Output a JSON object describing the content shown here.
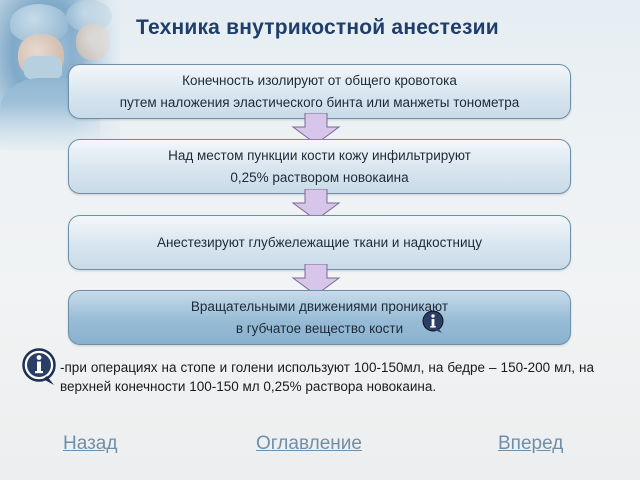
{
  "title": "Техника внутрикостной анестезии",
  "steps": [
    {
      "line1": "Конечность изолируют от общего кровотока",
      "line2": "путем наложения эластического бинта или манжеты тонометра"
    },
    {
      "line1": "Над местом пункции кости кожу инфильтрируют",
      "line2": "0,25% раствором новокаина"
    },
    {
      "line1": "Анестезируют глубжележащие ткани и надкостницу",
      "line2": ""
    },
    {
      "line1": "Вращательными движениями проникают",
      "line2": "в губчатое вещество кости"
    }
  ],
  "note": "-при операциях на стопе и голени используют 100-150мл, на бедре – 150-200 мл, на верхней конечности 100-150 мл 0,25% раствора новокаина.",
  "nav": {
    "back": "Назад",
    "contents": "Оглавление",
    "forward": "Вперед"
  },
  "icons": {
    "info": "info-icon",
    "arrow": "down-arrow-icon"
  },
  "colors": {
    "title": "#1f3e6b",
    "arrow_fill": "#d7c6ea",
    "nav_link": "#6f8fa8"
  }
}
